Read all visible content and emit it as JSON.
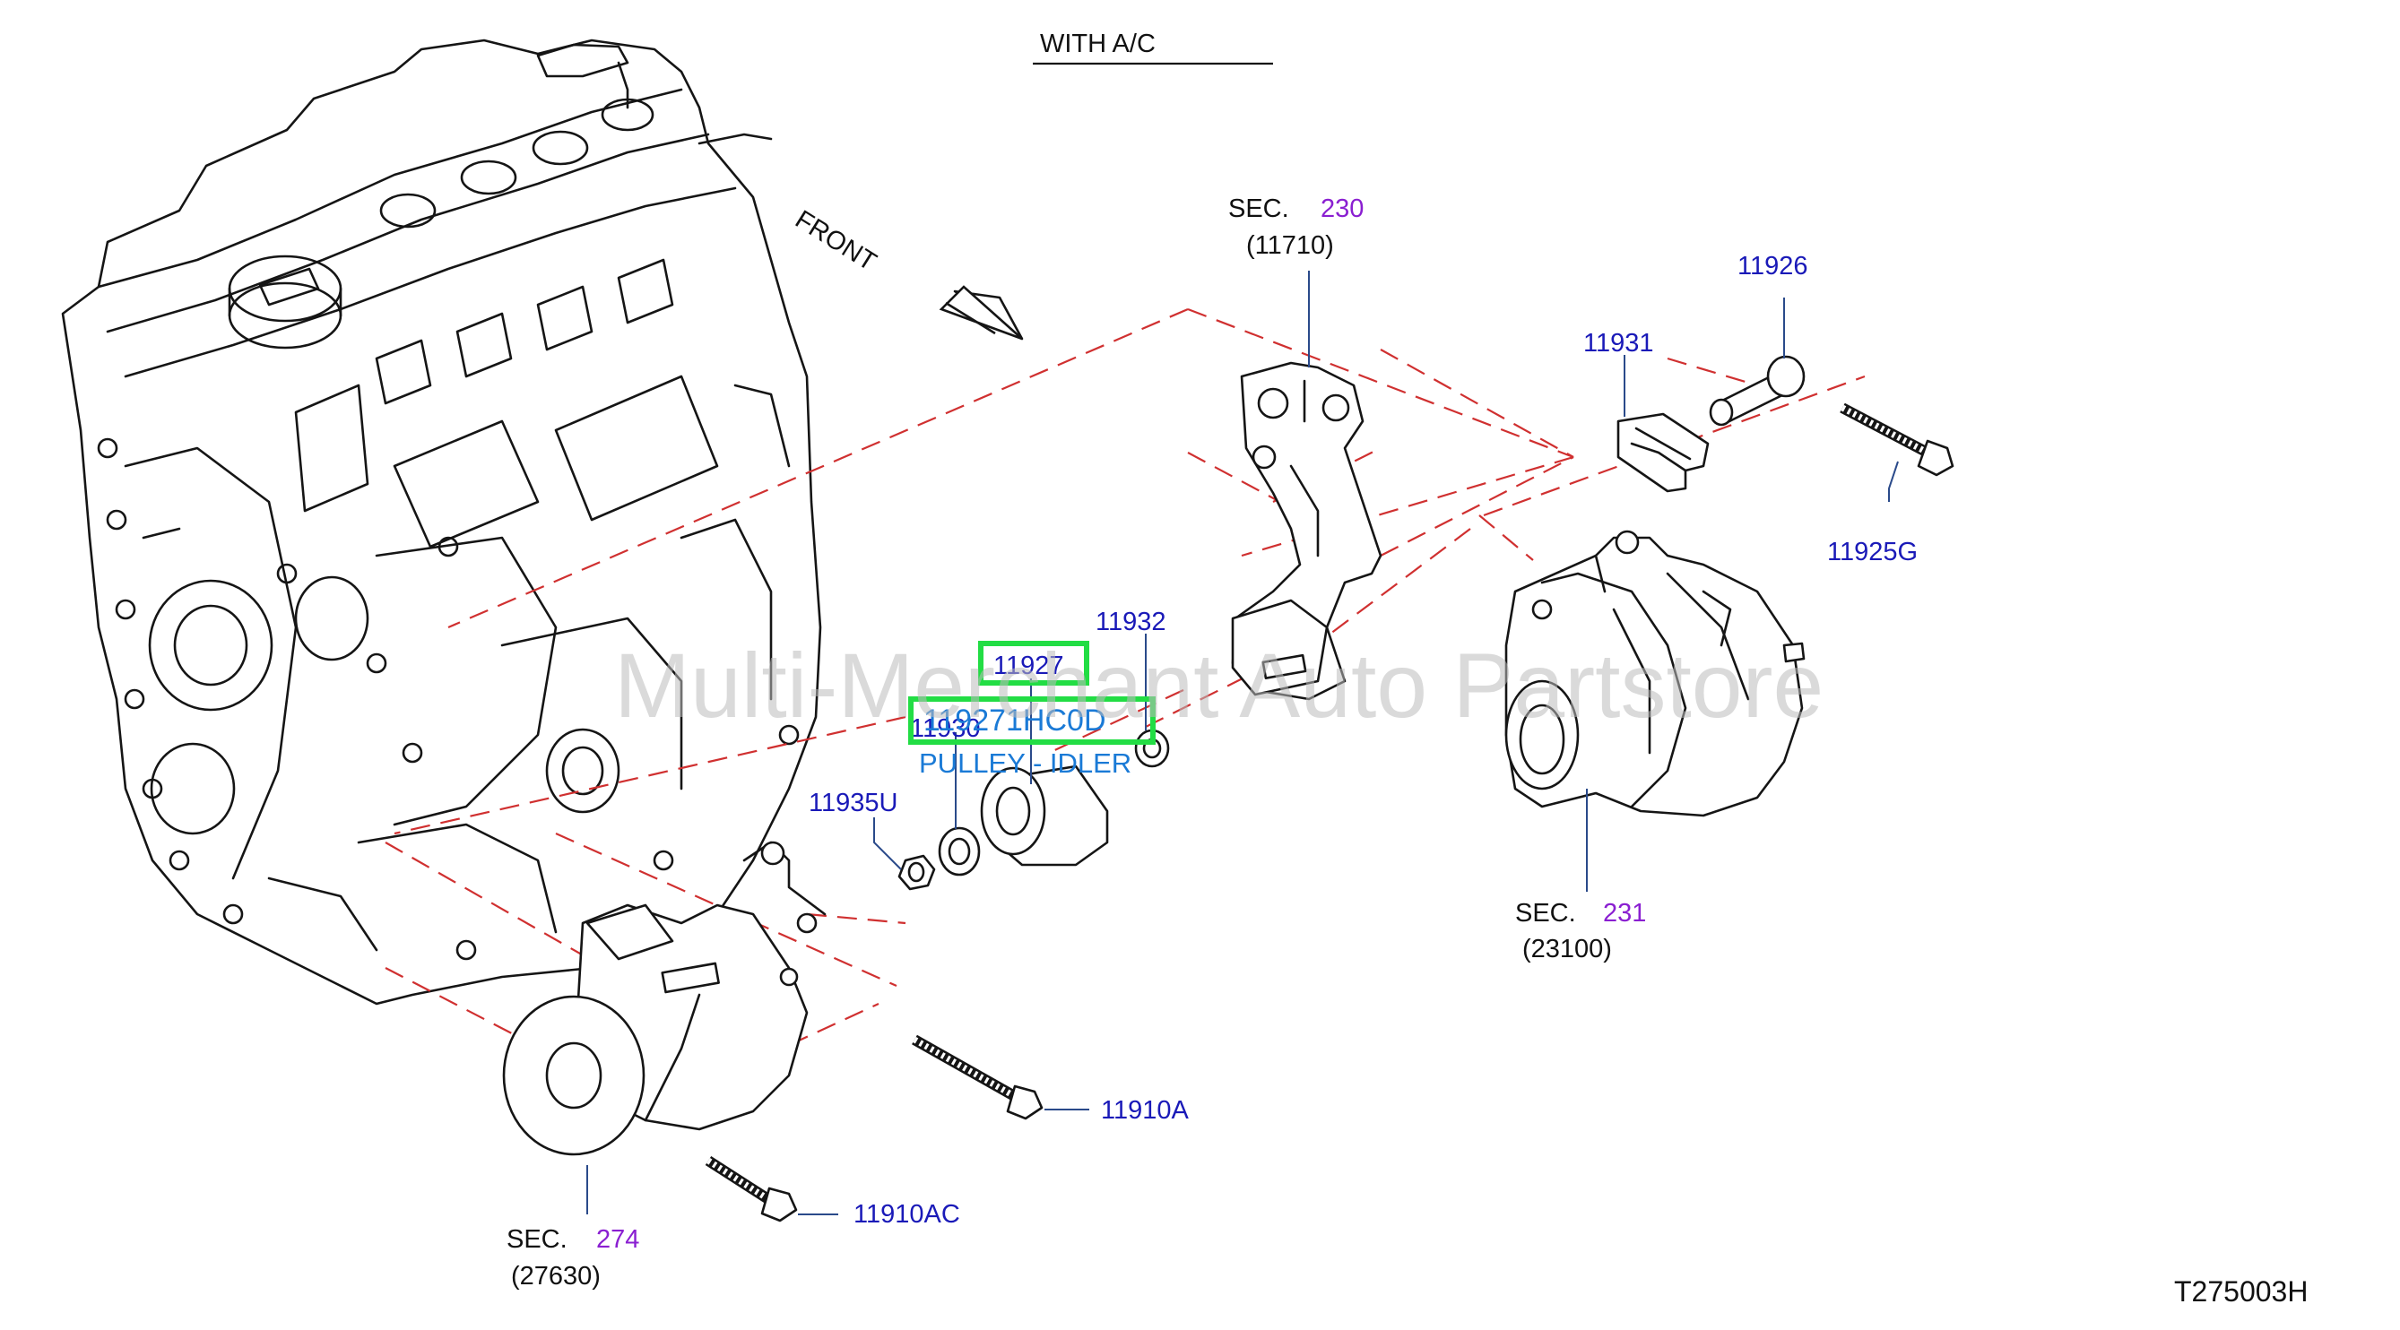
{
  "header": {
    "title": "WITH  A/C"
  },
  "direction_label": "FRONT",
  "watermark": "Multi-Merchant Auto Partstore",
  "diagram_code": "T275003H",
  "callouts": {
    "sec230": {
      "prefix": "SEC.",
      "number": "230",
      "ref": "(11710)"
    },
    "sec231": {
      "prefix": "SEC.",
      "number": "231",
      "ref": "(23100)"
    },
    "sec274": {
      "prefix": "SEC.",
      "number": "274",
      "ref": "(27630)"
    },
    "p11926": "11926",
    "p11931": "11931",
    "p11925g": "11925G",
    "p11932": "11932",
    "p11927": "11927",
    "p11930": "11930",
    "p11935u": "11935U",
    "p11910a": "11910A",
    "p11910ac": "11910AC"
  },
  "highlight": {
    "part_number": "119271HC0D",
    "description": "PULLEY - IDLER",
    "color": "#22dd44"
  },
  "colors": {
    "callout_blue": "#1a1ab8",
    "section_purple": "#8a1fd1",
    "leader_dash": "#d03030",
    "part_number_blue": "#1a7ad6"
  }
}
